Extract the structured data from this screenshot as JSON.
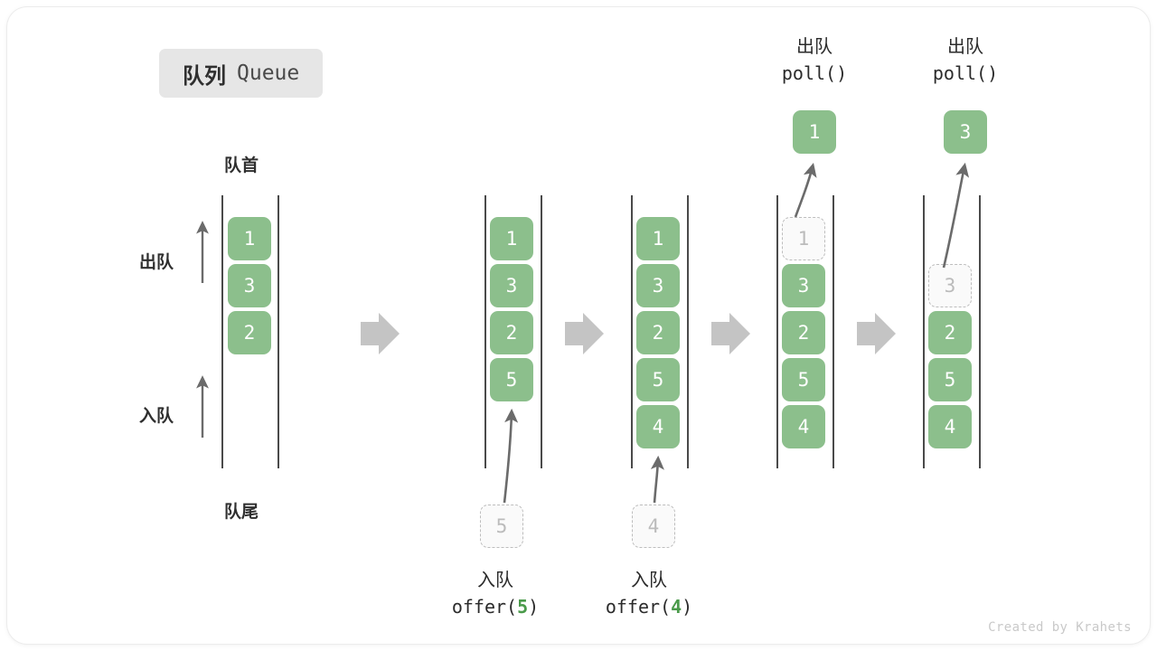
{
  "title": {
    "cn": "队列",
    "en": "Queue"
  },
  "labels": {
    "head": "队首",
    "tail": "队尾",
    "dequeue_side": "出队",
    "enqueue_side": "入队"
  },
  "credit": "Created by Krahets",
  "colors": {
    "cell_fill": "#8cbf8c",
    "cell_text": "#ffffff",
    "ghost_border": "#bdbdbd",
    "ghost_text": "#bbbbbb",
    "rail": "#4a4a4a",
    "arrow_gray": "#c4c4c4",
    "arrow_dark": "#6b6b6b",
    "accent_green": "#4a9a4a",
    "badge_bg": "#e6e6e6"
  },
  "operations": [
    {
      "id": "offer-5",
      "cn": "入队",
      "code_prefix": "offer(",
      "code_arg": "5",
      "code_suffix": ")",
      "ghost_value": "5"
    },
    {
      "id": "offer-4",
      "cn": "入队",
      "code_prefix": "offer(",
      "code_arg": "4",
      "code_suffix": ")",
      "ghost_value": "4"
    },
    {
      "id": "poll-1",
      "cn": "出队",
      "code_prefix": "poll(",
      "code_arg": "",
      "code_suffix": ")",
      "result_value": "1"
    },
    {
      "id": "poll-3",
      "cn": "出队",
      "code_prefix": "poll(",
      "code_arg": "",
      "code_suffix": ")",
      "result_value": "3"
    }
  ],
  "states": [
    {
      "id": "state-0",
      "cells": [
        {
          "value": "1",
          "kind": "full"
        },
        {
          "value": "3",
          "kind": "full"
        },
        {
          "value": "2",
          "kind": "full"
        }
      ]
    },
    {
      "id": "state-1",
      "cells": [
        {
          "value": "1",
          "kind": "full"
        },
        {
          "value": "3",
          "kind": "full"
        },
        {
          "value": "2",
          "kind": "full"
        },
        {
          "value": "5",
          "kind": "full"
        }
      ]
    },
    {
      "id": "state-2",
      "cells": [
        {
          "value": "1",
          "kind": "full"
        },
        {
          "value": "3",
          "kind": "full"
        },
        {
          "value": "2",
          "kind": "full"
        },
        {
          "value": "5",
          "kind": "full"
        },
        {
          "value": "4",
          "kind": "full"
        }
      ]
    },
    {
      "id": "state-3",
      "cells": [
        {
          "value": "1",
          "kind": "ghost"
        },
        {
          "value": "3",
          "kind": "full"
        },
        {
          "value": "2",
          "kind": "full"
        },
        {
          "value": "5",
          "kind": "full"
        },
        {
          "value": "4",
          "kind": "full"
        }
      ]
    },
    {
      "id": "state-4",
      "cells": [
        {
          "value": "",
          "kind": "empty"
        },
        {
          "value": "3",
          "kind": "ghost"
        },
        {
          "value": "2",
          "kind": "full"
        },
        {
          "value": "5",
          "kind": "full"
        },
        {
          "value": "4",
          "kind": "full"
        }
      ]
    }
  ]
}
